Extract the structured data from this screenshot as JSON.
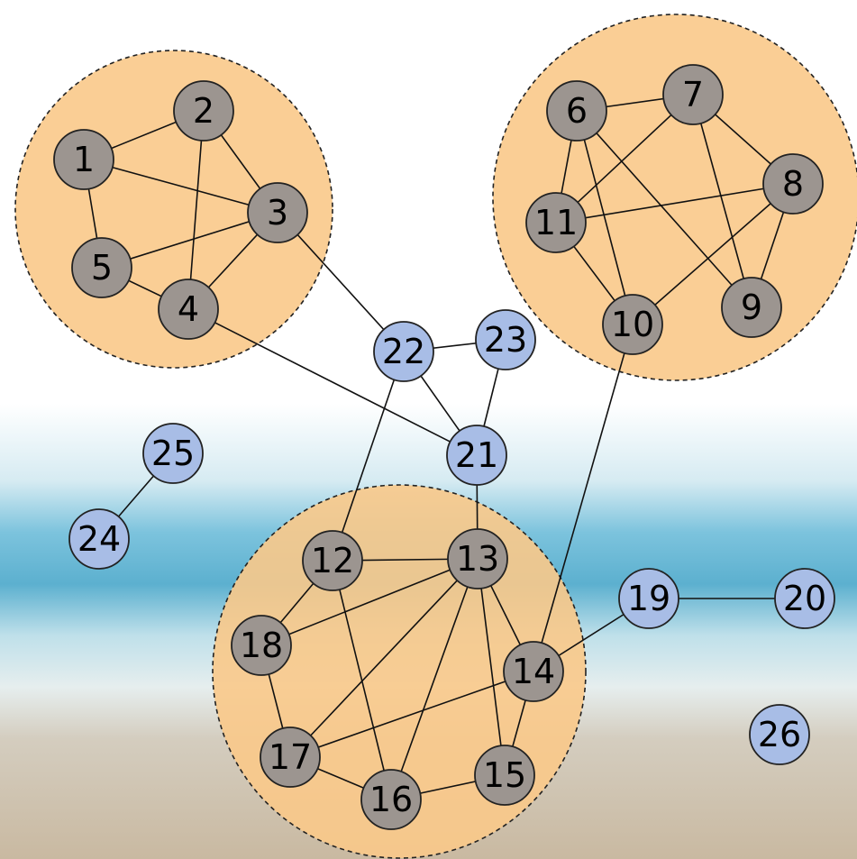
{
  "colors": {
    "community_fill": "#f9c98a",
    "community_stroke": "#222222",
    "community_node_fill": "#9c9590",
    "bridge_node_fill": "#a8bde6",
    "node_stroke": "#222222",
    "edge": "#111111",
    "sky_top": "#ffffff",
    "sea": "#5fb4d2",
    "sand": "#cdbfa8"
  },
  "background_image": "beach-sea-sky",
  "communities": [
    {
      "id": "community-1",
      "members": [
        "1",
        "2",
        "3",
        "4",
        "5"
      ]
    },
    {
      "id": "community-2",
      "members": [
        "6",
        "7",
        "8",
        "9",
        "10",
        "11"
      ]
    },
    {
      "id": "community-3",
      "members": [
        "12",
        "13",
        "14",
        "15",
        "16",
        "17",
        "18"
      ]
    }
  ],
  "nodes": [
    {
      "id": "1",
      "label": "1",
      "group": "community"
    },
    {
      "id": "2",
      "label": "2",
      "group": "community"
    },
    {
      "id": "3",
      "label": "3",
      "group": "community"
    },
    {
      "id": "4",
      "label": "4",
      "group": "community"
    },
    {
      "id": "5",
      "label": "5",
      "group": "community"
    },
    {
      "id": "6",
      "label": "6",
      "group": "community"
    },
    {
      "id": "7",
      "label": "7",
      "group": "community"
    },
    {
      "id": "8",
      "label": "8",
      "group": "community"
    },
    {
      "id": "9",
      "label": "9",
      "group": "community"
    },
    {
      "id": "10",
      "label": "10",
      "group": "community"
    },
    {
      "id": "11",
      "label": "11",
      "group": "community"
    },
    {
      "id": "12",
      "label": "12",
      "group": "community"
    },
    {
      "id": "13",
      "label": "13",
      "group": "community"
    },
    {
      "id": "14",
      "label": "14",
      "group": "community"
    },
    {
      "id": "15",
      "label": "15",
      "group": "community"
    },
    {
      "id": "16",
      "label": "16",
      "group": "community"
    },
    {
      "id": "17",
      "label": "17",
      "group": "community"
    },
    {
      "id": "18",
      "label": "18",
      "group": "community"
    },
    {
      "id": "19",
      "label": "19",
      "group": "bridge"
    },
    {
      "id": "20",
      "label": "20",
      "group": "bridge"
    },
    {
      "id": "21",
      "label": "21",
      "group": "bridge"
    },
    {
      "id": "22",
      "label": "22",
      "group": "bridge"
    },
    {
      "id": "23",
      "label": "23",
      "group": "bridge"
    },
    {
      "id": "24",
      "label": "24",
      "group": "bridge"
    },
    {
      "id": "25",
      "label": "25",
      "group": "bridge"
    },
    {
      "id": "26",
      "label": "26",
      "group": "bridge"
    }
  ],
  "edges": [
    [
      "1",
      "2"
    ],
    [
      "1",
      "3"
    ],
    [
      "1",
      "5"
    ],
    [
      "2",
      "3"
    ],
    [
      "2",
      "4"
    ],
    [
      "3",
      "4"
    ],
    [
      "3",
      "5"
    ],
    [
      "4",
      "5"
    ],
    [
      "3",
      "22"
    ],
    [
      "4",
      "21"
    ],
    [
      "6",
      "7"
    ],
    [
      "6",
      "11"
    ],
    [
      "6",
      "10"
    ],
    [
      "6",
      "9"
    ],
    [
      "7",
      "11"
    ],
    [
      "7",
      "8"
    ],
    [
      "7",
      "9"
    ],
    [
      "8",
      "11"
    ],
    [
      "8",
      "10"
    ],
    [
      "8",
      "9"
    ],
    [
      "11",
      "10"
    ],
    [
      "10",
      "14"
    ],
    [
      "22",
      "23"
    ],
    [
      "22",
      "21"
    ],
    [
      "23",
      "21"
    ],
    [
      "22",
      "12"
    ],
    [
      "21",
      "13"
    ],
    [
      "24",
      "25"
    ],
    [
      "19",
      "20"
    ],
    [
      "14",
      "19"
    ],
    [
      "12",
      "13"
    ],
    [
      "12",
      "18"
    ],
    [
      "12",
      "16"
    ],
    [
      "13",
      "18"
    ],
    [
      "13",
      "17"
    ],
    [
      "13",
      "16"
    ],
    [
      "13",
      "15"
    ],
    [
      "13",
      "14"
    ],
    [
      "18",
      "17"
    ],
    [
      "17",
      "16"
    ],
    [
      "17",
      "14"
    ],
    [
      "16",
      "15"
    ],
    [
      "15",
      "14"
    ]
  ]
}
